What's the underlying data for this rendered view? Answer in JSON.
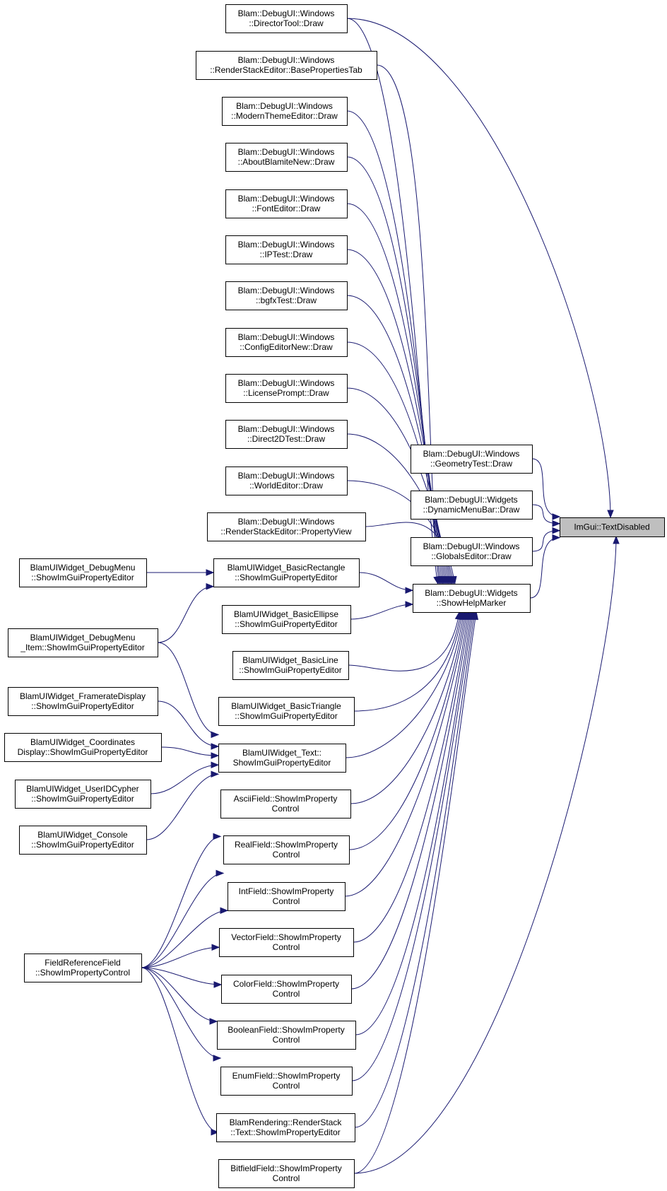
{
  "diagram": {
    "title": "",
    "nodes": [
      {
        "id": "target",
        "lines": [
          "ImGui::TextDisabled"
        ],
        "highlight": true
      },
      {
        "id": "helpmarker",
        "lines": [
          "Blam::DebugUI::Widgets",
          "::ShowHelpMarker"
        ]
      },
      {
        "id": "geometrytest",
        "lines": [
          "Blam::DebugUI::Windows",
          "::GeometryTest::Draw"
        ]
      },
      {
        "id": "dynamicmenubar",
        "lines": [
          "Blam::DebugUI::Widgets",
          "::DynamicMenuBar::Draw"
        ]
      },
      {
        "id": "globalseditor",
        "lines": [
          "Blam::DebugUI::Windows",
          "::GlobalsEditor::Draw"
        ]
      },
      {
        "id": "directortool",
        "lines": [
          "Blam::DebugUI::Windows",
          "::DirectorTool::Draw"
        ]
      },
      {
        "id": "basepropertiestab",
        "lines": [
          "Blam::DebugUI::Windows",
          "::RenderStackEditor::BasePropertiesTab"
        ]
      },
      {
        "id": "moderntheme",
        "lines": [
          "Blam::DebugUI::Windows",
          "::ModernThemeEditor::Draw"
        ]
      },
      {
        "id": "aboutblamite",
        "lines": [
          "Blam::DebugUI::Windows",
          "::AboutBlamiteNew::Draw"
        ]
      },
      {
        "id": "fonteditor",
        "lines": [
          "Blam::DebugUI::Windows",
          "::FontEditor::Draw"
        ]
      },
      {
        "id": "iptest",
        "lines": [
          "Blam::DebugUI::Windows",
          "::IPTest::Draw"
        ]
      },
      {
        "id": "bgfxtest",
        "lines": [
          "Blam::DebugUI::Windows",
          "::bgfxTest::Draw"
        ]
      },
      {
        "id": "configeditor",
        "lines": [
          "Blam::DebugUI::Windows",
          "::ConfigEditorNew::Draw"
        ]
      },
      {
        "id": "licenseprompt",
        "lines": [
          "Blam::DebugUI::Windows",
          "::LicensePrompt::Draw"
        ]
      },
      {
        "id": "direct2dtest",
        "lines": [
          "Blam::DebugUI::Windows",
          "::Direct2DTest::Draw"
        ]
      },
      {
        "id": "worldeditor",
        "lines": [
          "Blam::DebugUI::Windows",
          "::WorldEditor::Draw"
        ]
      },
      {
        "id": "propertyview",
        "lines": [
          "Blam::DebugUI::Windows",
          "::RenderStackEditor::PropertyView"
        ]
      },
      {
        "id": "basicrect",
        "lines": [
          "BlamUIWidget_BasicRectangle",
          "::ShowImGuiPropertyEditor"
        ]
      },
      {
        "id": "basicellipse",
        "lines": [
          "BlamUIWidget_BasicEllipse",
          "::ShowImGuiPropertyEditor"
        ]
      },
      {
        "id": "basicline",
        "lines": [
          "BlamUIWidget_BasicLine",
          "::ShowImGuiPropertyEditor"
        ]
      },
      {
        "id": "basictriangle",
        "lines": [
          "BlamUIWidget_BasicTriangle",
          "::ShowImGuiPropertyEditor"
        ]
      },
      {
        "id": "widgettext",
        "lines": [
          "BlamUIWidget_Text::",
          "ShowImGuiPropertyEditor"
        ]
      },
      {
        "id": "asciifield",
        "lines": [
          "AsciiField::ShowImProperty",
          "Control"
        ]
      },
      {
        "id": "realfield",
        "lines": [
          "RealField::ShowImProperty",
          "Control"
        ]
      },
      {
        "id": "intfield",
        "lines": [
          "IntField::ShowImProperty",
          "Control"
        ]
      },
      {
        "id": "vectorfield",
        "lines": [
          "VectorField::ShowImProperty",
          "Control"
        ]
      },
      {
        "id": "colorfield",
        "lines": [
          "ColorField::ShowImProperty",
          "Control"
        ]
      },
      {
        "id": "booleanfield",
        "lines": [
          "BooleanField::ShowImProperty",
          "Control"
        ]
      },
      {
        "id": "enumfield",
        "lines": [
          "EnumField::ShowImProperty",
          "Control"
        ]
      },
      {
        "id": "renderstacktext",
        "lines": [
          "BlamRendering::RenderStack",
          "::Text::ShowImPropertyEditor"
        ]
      },
      {
        "id": "bitfieldfield",
        "lines": [
          "BitfieldField::ShowImProperty",
          "Control"
        ]
      },
      {
        "id": "debugmenu",
        "lines": [
          "BlamUIWidget_DebugMenu",
          "::ShowImGuiPropertyEditor"
        ]
      },
      {
        "id": "debugmenuitem",
        "lines": [
          "BlamUIWidget_DebugMenu",
          "_Item::ShowImGuiPropertyEditor"
        ]
      },
      {
        "id": "frameratedisplay",
        "lines": [
          "BlamUIWidget_FramerateDisplay",
          "::ShowImGuiPropertyEditor"
        ]
      },
      {
        "id": "coordinatesdisplay",
        "lines": [
          "BlamUIWidget_Coordinates",
          "Display::ShowImGuiPropertyEditor"
        ]
      },
      {
        "id": "useridcypher",
        "lines": [
          "BlamUIWidget_UserIDCypher",
          "::ShowImGuiPropertyEditor"
        ]
      },
      {
        "id": "console",
        "lines": [
          "BlamUIWidget_Console",
          "::ShowImGuiPropertyEditor"
        ]
      },
      {
        "id": "fieldreference",
        "lines": [
          "FieldReferenceField",
          "::ShowImPropertyControl"
        ]
      }
    ],
    "edges": [
      {
        "from": "helpmarker",
        "to": "target"
      },
      {
        "from": "geometrytest",
        "to": "target"
      },
      {
        "from": "dynamicmenubar",
        "to": "target"
      },
      {
        "from": "globalseditor",
        "to": "target"
      },
      {
        "from": "directortool",
        "to": "target"
      },
      {
        "from": "bitfieldfield",
        "to": "target"
      },
      {
        "from": "directortool",
        "to": "helpmarker"
      },
      {
        "from": "basepropertiestab",
        "to": "helpmarker"
      },
      {
        "from": "moderntheme",
        "to": "helpmarker"
      },
      {
        "from": "aboutblamite",
        "to": "helpmarker"
      },
      {
        "from": "fonteditor",
        "to": "helpmarker"
      },
      {
        "from": "iptest",
        "to": "helpmarker"
      },
      {
        "from": "bgfxtest",
        "to": "helpmarker"
      },
      {
        "from": "configeditor",
        "to": "helpmarker"
      },
      {
        "from": "licenseprompt",
        "to": "helpmarker"
      },
      {
        "from": "direct2dtest",
        "to": "helpmarker"
      },
      {
        "from": "worldeditor",
        "to": "helpmarker"
      },
      {
        "from": "propertyview",
        "to": "helpmarker"
      },
      {
        "from": "basicrect",
        "to": "helpmarker"
      },
      {
        "from": "basicellipse",
        "to": "helpmarker"
      },
      {
        "from": "basicline",
        "to": "helpmarker"
      },
      {
        "from": "basictriangle",
        "to": "helpmarker"
      },
      {
        "from": "widgettext",
        "to": "helpmarker"
      },
      {
        "from": "asciifield",
        "to": "helpmarker"
      },
      {
        "from": "realfield",
        "to": "helpmarker"
      },
      {
        "from": "intfield",
        "to": "helpmarker"
      },
      {
        "from": "vectorfield",
        "to": "helpmarker"
      },
      {
        "from": "colorfield",
        "to": "helpmarker"
      },
      {
        "from": "booleanfield",
        "to": "helpmarker"
      },
      {
        "from": "enumfield",
        "to": "helpmarker"
      },
      {
        "from": "renderstacktext",
        "to": "helpmarker"
      },
      {
        "from": "bitfieldfield",
        "to": "helpmarker"
      },
      {
        "from": "debugmenu",
        "to": "basicrect"
      },
      {
        "from": "debugmenuitem",
        "to": "basicrect"
      },
      {
        "from": "debugmenuitem",
        "to": "widgettext"
      },
      {
        "from": "frameratedisplay",
        "to": "widgettext"
      },
      {
        "from": "coordinatesdisplay",
        "to": "widgettext"
      },
      {
        "from": "useridcypher",
        "to": "widgettext"
      },
      {
        "from": "console",
        "to": "widgettext"
      },
      {
        "from": "fieldreference",
        "to": "asciifield"
      },
      {
        "from": "fieldreference",
        "to": "realfield"
      },
      {
        "from": "fieldreference",
        "to": "intfield"
      },
      {
        "from": "fieldreference",
        "to": "vectorfield"
      },
      {
        "from": "fieldreference",
        "to": "colorfield"
      },
      {
        "from": "fieldreference",
        "to": "booleanfield"
      },
      {
        "from": "fieldreference",
        "to": "enumfield"
      },
      {
        "from": "fieldreference",
        "to": "bitfieldfield"
      }
    ]
  },
  "colors": {
    "edge": "#191970",
    "node_border": "#000000",
    "highlight_fill": "#bfbfbf",
    "node_fill": "#ffffff"
  }
}
